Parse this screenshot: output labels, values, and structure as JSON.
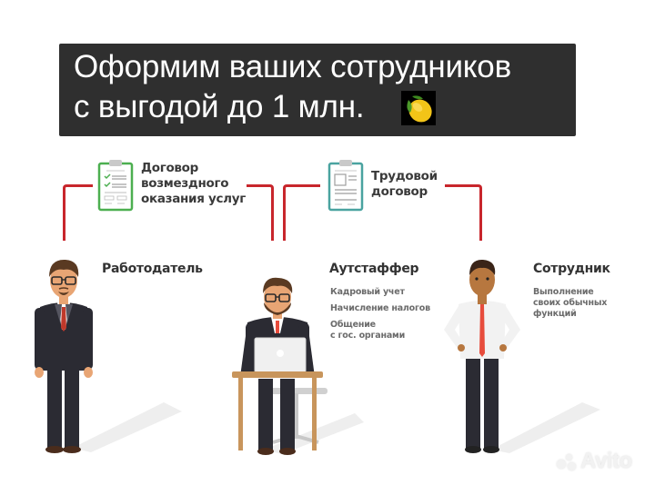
{
  "banner": {
    "line1": "Оформим ваших сотрудников",
    "line2": "с выгодой до 1 млн.",
    "emoji_icon": "lemon-icon",
    "background": "#2f2f2f",
    "text_color": "#ffffff"
  },
  "contracts": [
    {
      "icon": "clipboard-checklist-icon",
      "icon_color": "#4caf50",
      "label_lines": [
        "Договор",
        "возмездного",
        "оказания услуг"
      ]
    },
    {
      "icon": "clipboard-document-icon",
      "icon_color": "#4aa3a0",
      "label_lines": [
        "Трудовой",
        "договор"
      ]
    }
  ],
  "roles": [
    {
      "title": "Работодатель",
      "description_lines": []
    },
    {
      "title": "Аутстаффер",
      "description_items": [
        [
          "Кадровый учет"
        ],
        [
          "Начисление налогов"
        ],
        [
          "Общение",
          "с гос. органами"
        ]
      ]
    },
    {
      "title": "Сотрудник",
      "description_lines": [
        "Выполнение",
        "своих обычных",
        "функций"
      ]
    }
  ],
  "colors": {
    "bracket_red": "#c8262c",
    "suit": "#2b2b33",
    "tie_red": "#c0392b",
    "skin": "#e8a574",
    "skin_dark": "#b7773f",
    "hair": "#5a3a22"
  },
  "watermark": {
    "text": "Avito",
    "icon": "avito-logo-icon"
  }
}
